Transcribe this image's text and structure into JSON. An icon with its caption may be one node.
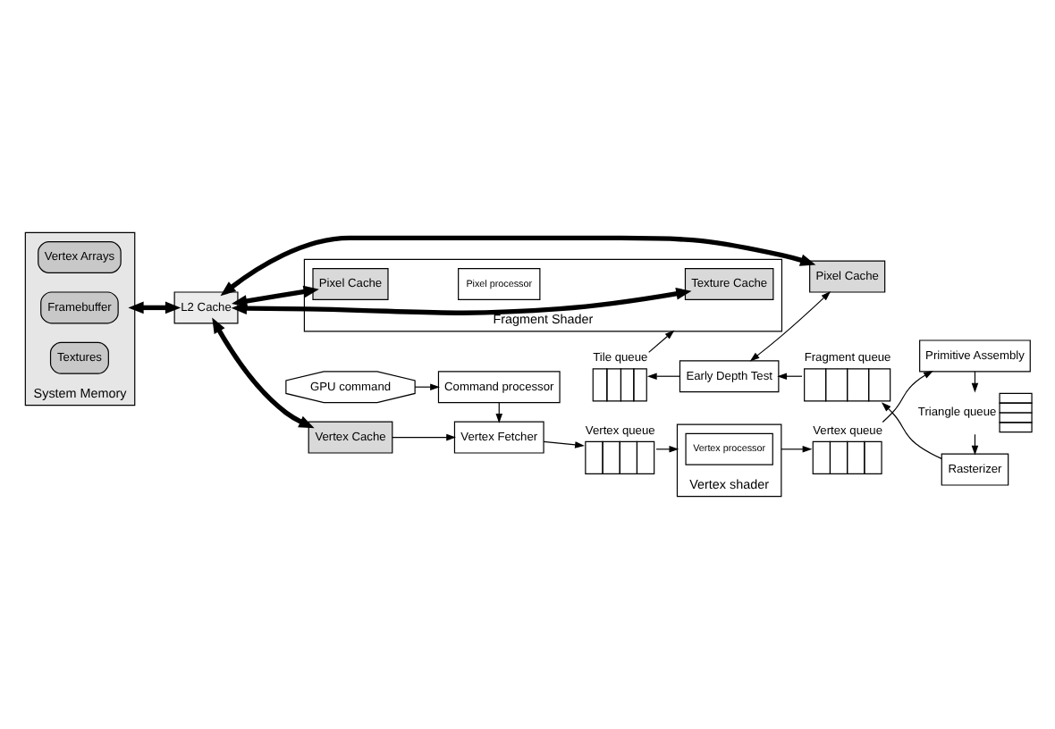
{
  "diagram": {
    "nodes": [
      {
        "text": [
          "System Memory"
        ]
      },
      {
        "text": [
          "Vertex Arrays"
        ],
        "in": 0
      },
      {
        "text": [
          "Framebuffer"
        ],
        "in": 0
      },
      {
        "text": [
          "Textures"
        ],
        "in": 0
      },
      {
        "text": [
          "L2 Cache"
        ]
      },
      {
        "text": [
          "GPU command"
        ]
      },
      {
        "text": [
          "Command processor"
        ]
      },
      {
        "text": [
          "Vertex Cache"
        ]
      },
      {
        "text": [
          "Vertex Fetcher"
        ]
      },
      {
        "text": [],
        "shape": "queue",
        "beside": [
          "Vertex queue"
        ]
      },
      {
        "text": [
          "Vertex shader"
        ]
      },
      {
        "text": [
          "Vertex processor"
        ],
        "in": 10
      },
      {
        "text": [],
        "shape": "queue",
        "beside": [
          "Vertex queue"
        ]
      },
      {
        "text": [
          "Primitive Assembly"
        ]
      },
      {
        "text": [],
        "shape": "queue",
        "beside": [
          "Triangle queue"
        ]
      },
      {
        "text": [
          "Rasterizer"
        ]
      },
      {
        "text": [],
        "shape": "queue",
        "beside": [
          "Fragment queue"
        ]
      },
      {
        "text": [
          "Early Depth Test"
        ]
      },
      {
        "text": [],
        "shape": "queue",
        "beside": [
          "Tile queue"
        ]
      },
      {
        "text": [
          "Fragment Shader"
        ]
      },
      {
        "text": [
          "Pixel Cache"
        ],
        "in": 19
      },
      {
        "text": [
          "Texture Cache"
        ],
        "in": 19
      },
      {
        "text": [
          "Pixel processor"
        ],
        "in": 19
      },
      {
        "text": [
          "Pixel Cache"
        ]
      }
    ],
    "edges": [
      {
        "from": 0,
        "to": 4,
        "arrow": "both",
        "style": "thick"
      },
      {
        "from": 5,
        "to": 6,
        "arrow": "to"
      },
      {
        "from": 6,
        "to": 8,
        "arrow": "to"
      },
      {
        "from": 7,
        "to": 8,
        "arrow": "to"
      },
      {
        "from": 8,
        "to": 9,
        "arrow": "to"
      },
      {
        "from": 9,
        "to": 10,
        "arrow": "to"
      },
      {
        "from": 10,
        "to": 12,
        "arrow": "to"
      },
      {
        "from": 12,
        "to": 13,
        "arrow": "to"
      },
      {
        "from": 13,
        "to": 14,
        "arrow": "to"
      },
      {
        "from": 14,
        "to": 15,
        "arrow": "to"
      },
      {
        "from": 15,
        "to": 16,
        "arrow": "to"
      },
      {
        "from": 16,
        "to": 17,
        "arrow": "to"
      },
      {
        "from": 17,
        "to": 18,
        "arrow": "to"
      },
      {
        "from": 18,
        "to": 19,
        "arrow": "to"
      },
      {
        "from": 17,
        "to": 23,
        "arrow": "both"
      },
      {
        "from": 4,
        "to": 7,
        "arrow": "both",
        "style": "thick"
      },
      {
        "from": 4,
        "to": 21,
        "arrow": "both",
        "style": "thick"
      },
      {
        "from": 4,
        "to": 20,
        "arrow": "both",
        "style": "thick"
      },
      {
        "from": 4,
        "to": 23,
        "arrow": "both",
        "style": "thick"
      }
    ]
  }
}
